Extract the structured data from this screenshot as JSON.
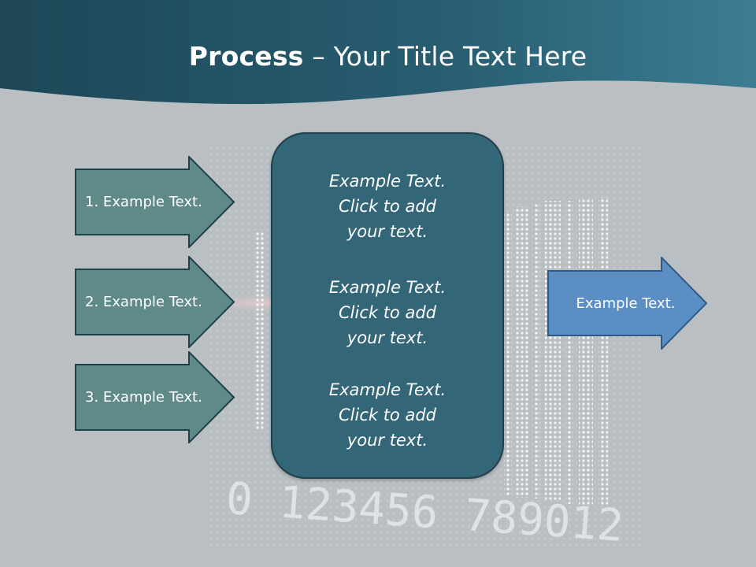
{
  "slide": {
    "title_bold": "Process",
    "title_rest": " – Your Title Text Here",
    "barcode_digits": "0 123456 789012",
    "left_arrows": [
      {
        "label": "1. Example Text."
      },
      {
        "label": "2. Example Text."
      },
      {
        "label": "3. Example Text."
      }
    ],
    "center_blocks": [
      {
        "line1": "Example Text.",
        "line2": "Click  to add",
        "line3": "your text."
      },
      {
        "line1": "Example Text.",
        "line2": "Click  to add",
        "line3": "your text."
      },
      {
        "line1": "Example Text.",
        "line2": "Click  to add",
        "line3": "your text."
      }
    ],
    "right_arrow": {
      "label": "Example Text."
    }
  },
  "colors": {
    "header_dark": "#1f4a5a",
    "header_light": "#3b7a90",
    "background": "#b9bfc3",
    "left_arrow_fill": "#5f8a88",
    "center_box_fill": "#336677",
    "right_arrow_fill": "#5b8fc4",
    "outline": "#1f3f4b"
  }
}
